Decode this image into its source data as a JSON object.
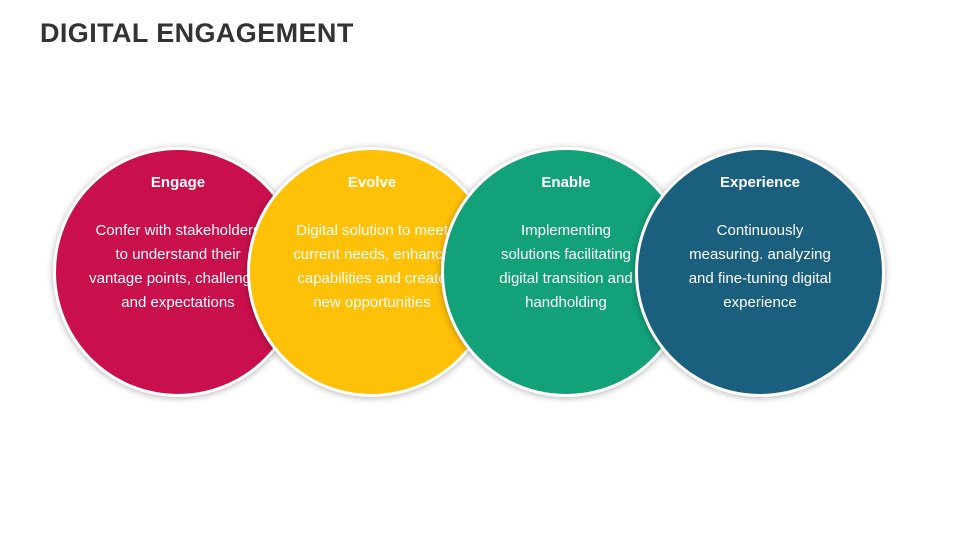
{
  "slide": {
    "title": "DIGITAL ENGAGEMENT",
    "background_color": "#FFFFFF",
    "title_color": "#333333",
    "text_color": "#FFFFFF"
  },
  "circles": [
    {
      "label": "Engage",
      "body": "Confer with stakeholders to understand their vantage points, challenges and expectations",
      "color": "#C9104C"
    },
    {
      "label": "Evolve",
      "body": "Digital solution to meet current needs, enhance capabilities and create new opportunities",
      "color": "#FFC008"
    },
    {
      "label": "Enable",
      "body": "Implementing solutions facilitating digital transition and handholding",
      "color": "#13A179"
    },
    {
      "label": "Experience",
      "body": "Continuously measuring. analyzing and fine-tuning digital experience",
      "color": "#1B5F7E"
    }
  ]
}
